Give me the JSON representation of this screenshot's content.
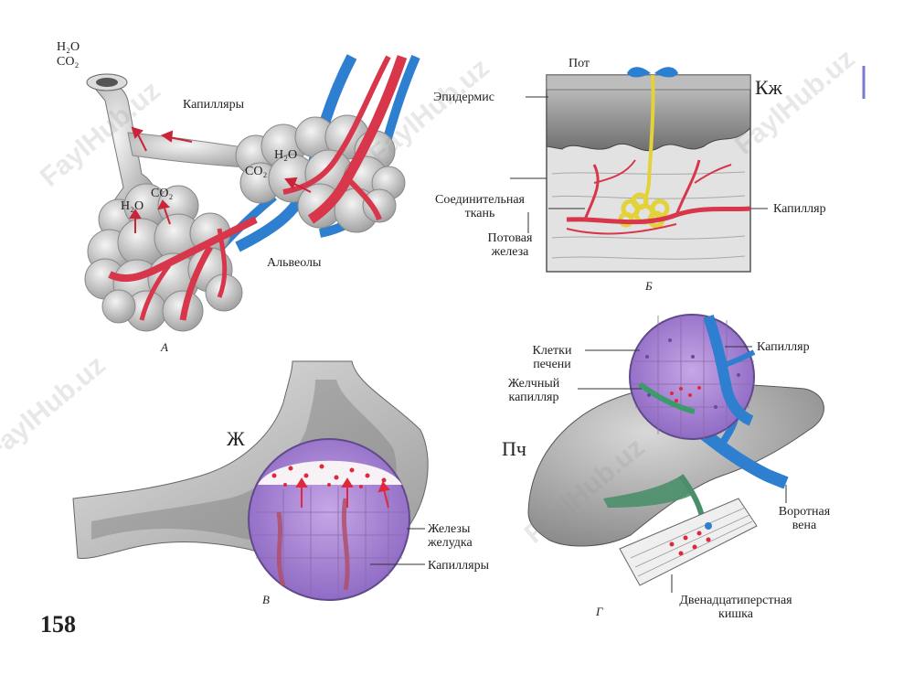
{
  "watermark": "FaylHub.uz",
  "page_number": "158",
  "panelA": {
    "letter": "А",
    "formula_h2o": "H₂O",
    "formula_co2": "CO₂",
    "capillaries": "Капилляры",
    "alveoli": "Альвеолы"
  },
  "panelB": {
    "letter": "Б",
    "organ": "Кж",
    "sweat": "Пот",
    "epidermis": "Эпидермис",
    "connective_1": "Соединительная",
    "connective_2": "ткань",
    "gland_1": "Потовая",
    "gland_2": "железа",
    "capillary": "Капилляр"
  },
  "panelV": {
    "letter": "В",
    "organ": "Ж",
    "glands_1": "Железы",
    "glands_2": "желудка",
    "capillaries": "Капилляры"
  },
  "panelG": {
    "letter": "Г",
    "organ": "Пч",
    "liver_cells_1": "Клетки",
    "liver_cells_2": "печени",
    "capillary": "Капилляр",
    "bile_1": "Желчный",
    "bile_2": "капилляр",
    "portal_1": "Воротная",
    "portal_2": "вена",
    "duodenum_1": "Двенадцатиперстная",
    "duodenum_2": "кишка"
  }
}
